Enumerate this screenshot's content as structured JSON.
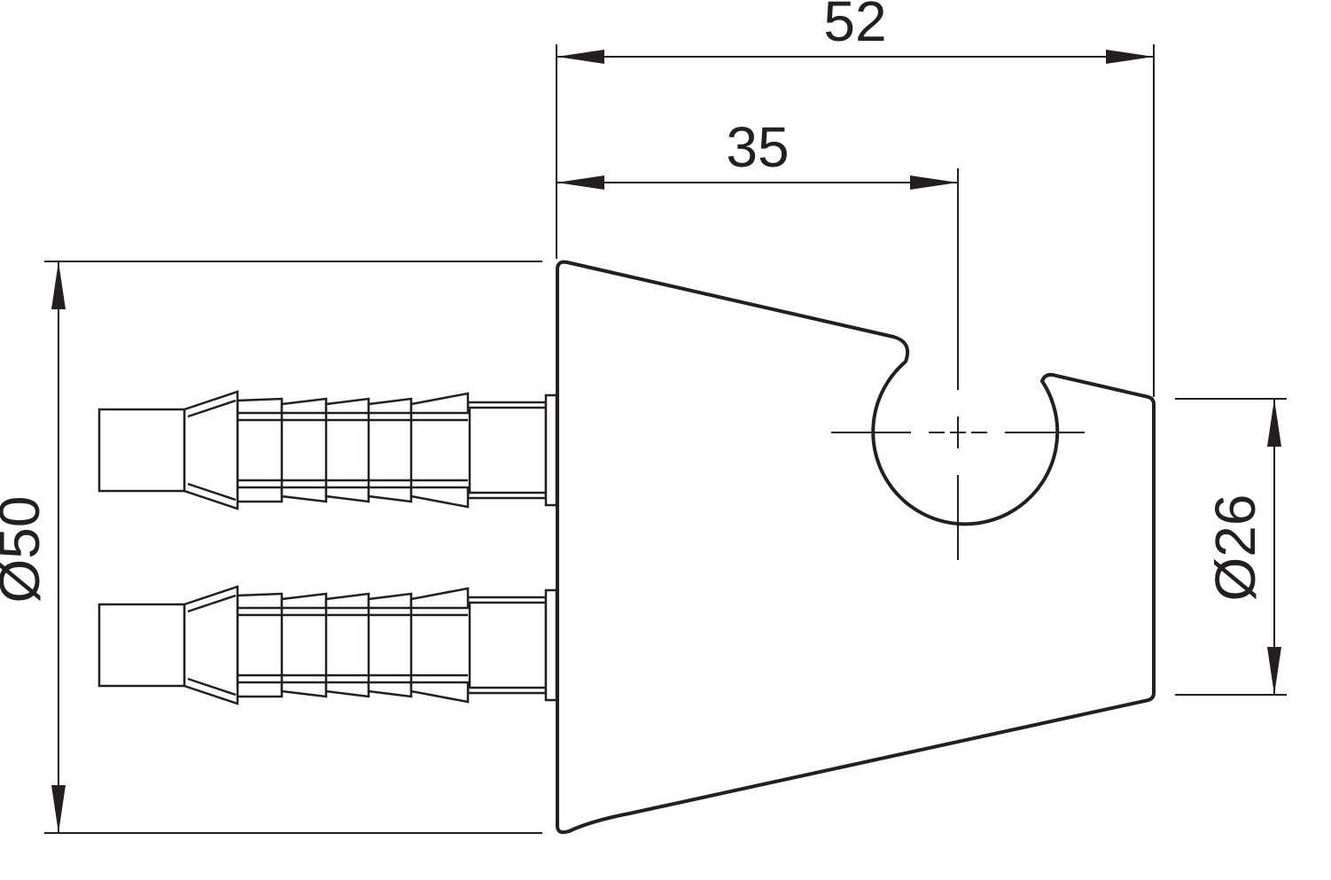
{
  "dimensions": {
    "overall_width": "52",
    "hole_offset": "35",
    "base_diameter": "Ø50",
    "hole_diameter": "Ø26"
  },
  "colors": {
    "line": "#231f20",
    "background": "#ffffff"
  }
}
